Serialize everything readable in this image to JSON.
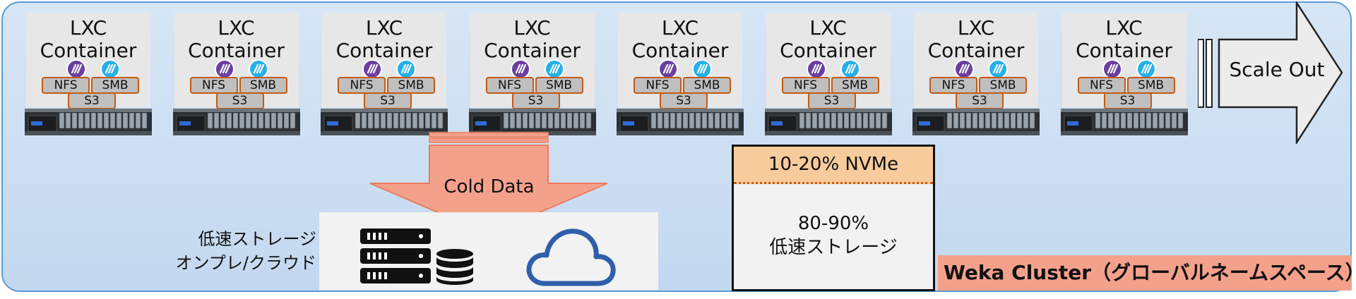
{
  "nodes": [
    {
      "label": "LXC Container",
      "protocols": {
        "nfs": "NFS",
        "smb": "SMB",
        "s3": "S3"
      }
    },
    {
      "label": "LXC Container",
      "protocols": {
        "nfs": "NFS",
        "smb": "SMB",
        "s3": "S3"
      }
    },
    {
      "label": "LXC Container",
      "protocols": {
        "nfs": "NFS",
        "smb": "SMB",
        "s3": "S3"
      }
    },
    {
      "label": "LXC Container",
      "protocols": {
        "nfs": "NFS",
        "smb": "SMB",
        "s3": "S3"
      }
    },
    {
      "label": "LXC Container",
      "protocols": {
        "nfs": "NFS",
        "smb": "SMB",
        "s3": "S3"
      }
    },
    {
      "label": "LXC Container",
      "protocols": {
        "nfs": "NFS",
        "smb": "SMB",
        "s3": "S3"
      }
    },
    {
      "label": "LXC Container",
      "protocols": {
        "nfs": "NFS",
        "smb": "SMB",
        "s3": "S3"
      }
    },
    {
      "label": "LXC Container",
      "protocols": {
        "nfs": "NFS",
        "smb": "SMB",
        "s3": "S3"
      }
    }
  ],
  "scale_out": "Scale Out",
  "cold_data": "Cold Data",
  "storage_label": {
    "line1": "低速ストレージ",
    "line2": "オンプレ/クラウド"
  },
  "tiering": {
    "top": "10-20% NVMe",
    "bottom_line1": "80-90%",
    "bottom_line2": "低速ストレージ"
  },
  "cluster_name": "Weka Cluster（グローバルネームスペース）",
  "colors": {
    "cluster_bg": "#c9dcf1",
    "cluster_border": "#5b9bd5",
    "arrow_fill": "#f4a18c",
    "arrow_stroke": "#ec7c5a",
    "protocol_border": "#c55a11",
    "protocol_fill": "#bfbfbf",
    "nvme_fill": "#f8cb9c",
    "weka_banner": "#f4a18c",
    "cloud_stroke": "#2f5faa",
    "server_icon": "#111111"
  },
  "icons": [
    "server-rack-icon",
    "database-icon",
    "cloud-icon",
    "nfs-logo-icon",
    "smb-logo-icon"
  ]
}
